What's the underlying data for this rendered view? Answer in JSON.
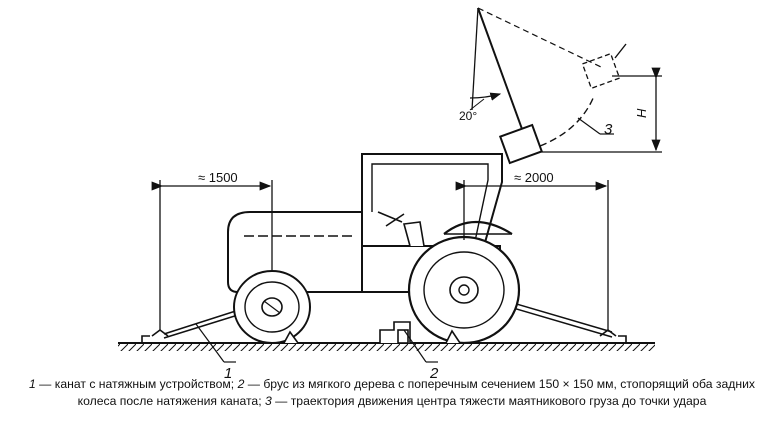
{
  "labels": {
    "dim_front": "≈ 1500",
    "dim_rear": "≈ 2000",
    "angle": "20°",
    "height": "H",
    "callout_1": "1",
    "callout_2": "2",
    "callout_3": "3"
  },
  "caption": {
    "n1": "1",
    "t1": " — канат с натяжным устройством; ",
    "n2": "2",
    "t2": " — брус из мягкого дерева с поперечным сечением 150 × 150 мм, стопорящий оба задних колеса после натяжения каната; ",
    "n3": "3",
    "t3": " — траектория движения центра тяжести маятникового груза до точки удара"
  }
}
